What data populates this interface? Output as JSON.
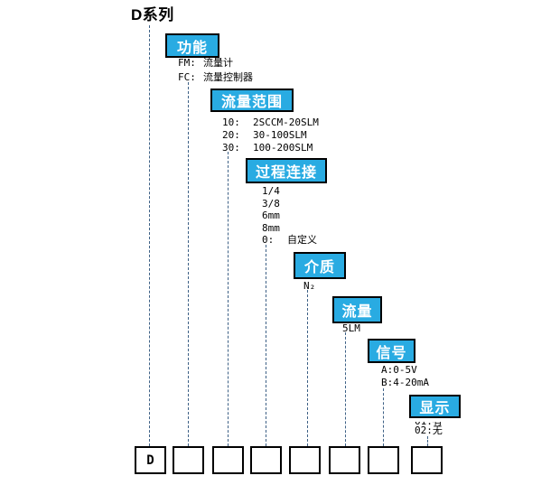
{
  "title": "D系列",
  "colors": {
    "accent": "#29ABE2",
    "connector_line": "#3E6186",
    "box_border": "#000000",
    "label_text": "#FFFFFF"
  },
  "fields": [
    {
      "label": "功能",
      "options": [
        {
          "code": "FM:",
          "text": "流量计"
        },
        {
          "code": "FC:",
          "text": "流量控制器"
        }
      ]
    },
    {
      "label": "流量范围",
      "options": [
        {
          "code": "10:",
          "text": "2SCCM-20SLM"
        },
        {
          "code": "20:",
          "text": "30-100SLM"
        },
        {
          "code": "30:",
          "text": "100-200SLM"
        }
      ]
    },
    {
      "label": "过程连接",
      "options": [
        {
          "text": "1/4"
        },
        {
          "text": "3/8"
        },
        {
          "text": "6mm"
        },
        {
          "text": "8mm"
        },
        {
          "code": "0:",
          "text": "自定义"
        }
      ]
    },
    {
      "label": "介质",
      "options": [
        {
          "text": "N₂"
        }
      ]
    },
    {
      "label": "流量",
      "options": [
        {
          "text": "5LM"
        }
      ]
    },
    {
      "label": "信号",
      "options": [
        {
          "text": "A:0-5V"
        },
        {
          "text": "B:4-20mA"
        }
      ]
    },
    {
      "label": "显示",
      "options": [
        {
          "text": "01:有"
        },
        {
          "text": "02:无"
        }
      ]
    }
  ],
  "code_boxes": [
    "D",
    "",
    "",
    "",
    "",
    "",
    "",
    ""
  ]
}
